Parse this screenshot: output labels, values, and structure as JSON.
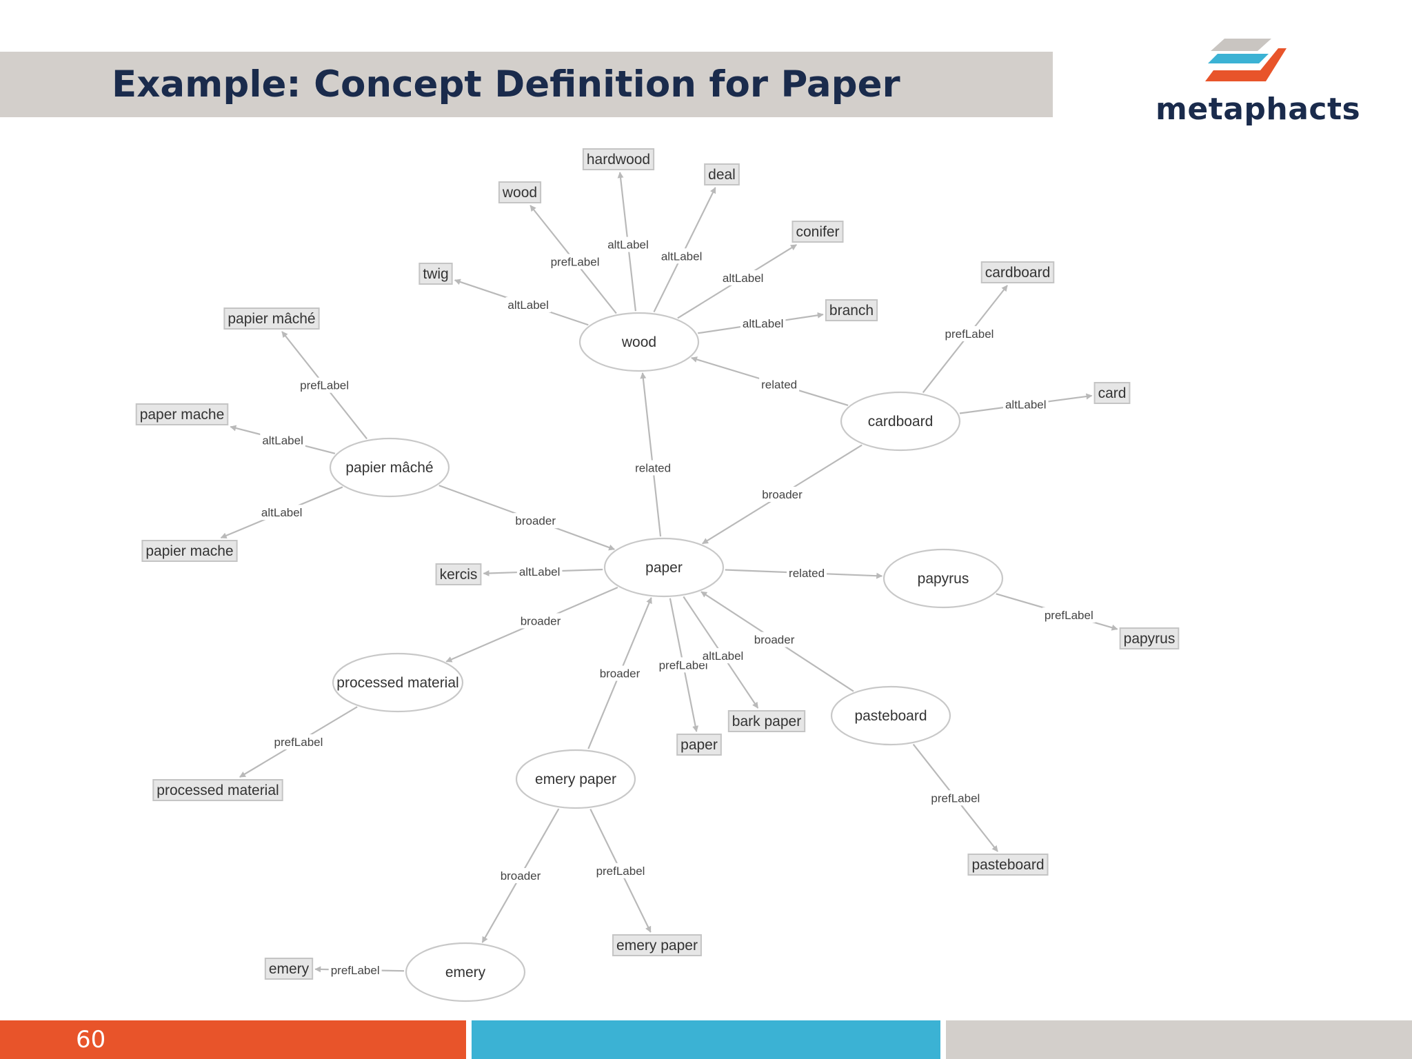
{
  "slide": {
    "title": "Example: Concept Definition for Paper",
    "brand": "metaphacts",
    "page_number": "60"
  },
  "colors": {
    "title_bar": "#d3cfcb",
    "title_text": "#1a2b4c",
    "footer_orange": "#e8542a",
    "footer_blue": "#3bb2d4",
    "footer_gray": "#d3cfcb",
    "logo_orange": "#e8542a",
    "logo_blue": "#3bb2d4",
    "logo_gray": "#c9c5c1"
  },
  "graph": {
    "concepts": [
      {
        "id": "wood",
        "label": "wood"
      },
      {
        "id": "paper",
        "label": "paper"
      },
      {
        "id": "cardboard",
        "label": "cardboard"
      },
      {
        "id": "papier-mache",
        "label": "papier mâché"
      },
      {
        "id": "papyrus",
        "label": "papyrus"
      },
      {
        "id": "processed-material",
        "label": "processed material"
      },
      {
        "id": "pasteboard",
        "label": "pasteboard"
      },
      {
        "id": "emery-paper",
        "label": "emery paper"
      },
      {
        "id": "emery",
        "label": "emery"
      }
    ],
    "literals": [
      {
        "id": "lit-hardwood",
        "label": "hardwood"
      },
      {
        "id": "lit-wood",
        "label": "wood"
      },
      {
        "id": "lit-deal",
        "label": "deal"
      },
      {
        "id": "lit-conifer",
        "label": "conifer"
      },
      {
        "id": "lit-twig",
        "label": "twig"
      },
      {
        "id": "lit-branch",
        "label": "branch"
      },
      {
        "id": "lit-cardboard",
        "label": "cardboard"
      },
      {
        "id": "lit-card",
        "label": "card"
      },
      {
        "id": "lit-papier-mache-accent",
        "label": "papier mâché"
      },
      {
        "id": "lit-paper-mache",
        "label": "paper mache"
      },
      {
        "id": "lit-papier-mache",
        "label": "papier mache"
      },
      {
        "id": "lit-kercis",
        "label": "kercis"
      },
      {
        "id": "lit-papyrus",
        "label": "papyrus"
      },
      {
        "id": "lit-processed-material",
        "label": "processed material"
      },
      {
        "id": "lit-paper",
        "label": "paper"
      },
      {
        "id": "lit-bark-paper",
        "label": "bark paper"
      },
      {
        "id": "lit-pasteboard",
        "label": "pasteboard"
      },
      {
        "id": "lit-emery-paper",
        "label": "emery paper"
      },
      {
        "id": "lit-emery",
        "label": "emery"
      }
    ],
    "edges": [
      {
        "id": "e1",
        "from": "wood",
        "to": "lit-wood",
        "label": "prefLabel"
      },
      {
        "id": "e2",
        "from": "wood",
        "to": "lit-hardwood",
        "label": "altLabel"
      },
      {
        "id": "e3",
        "from": "wood",
        "to": "lit-deal",
        "label": "altLabel"
      },
      {
        "id": "e4",
        "from": "wood",
        "to": "lit-conifer",
        "label": "altLabel"
      },
      {
        "id": "e5",
        "from": "wood",
        "to": "lit-twig",
        "label": "altLabel"
      },
      {
        "id": "e6",
        "from": "wood",
        "to": "lit-branch",
        "label": "altLabel"
      },
      {
        "id": "e7",
        "from": "cardboard",
        "to": "wood",
        "label": "related"
      },
      {
        "id": "e8",
        "from": "cardboard",
        "to": "lit-cardboard",
        "label": "prefLabel"
      },
      {
        "id": "e9",
        "from": "cardboard",
        "to": "lit-card",
        "label": "altLabel"
      },
      {
        "id": "e10",
        "from": "cardboard",
        "to": "paper",
        "label": "broader"
      },
      {
        "id": "e11",
        "from": "paper",
        "to": "wood",
        "label": "related"
      },
      {
        "id": "e12",
        "from": "papier-mache",
        "to": "lit-papier-mache-accent",
        "label": "prefLabel"
      },
      {
        "id": "e13",
        "from": "papier-mache",
        "to": "lit-paper-mache",
        "label": "altLabel"
      },
      {
        "id": "e14",
        "from": "papier-mache",
        "to": "lit-papier-mache",
        "label": "altLabel"
      },
      {
        "id": "e15",
        "from": "papier-mache",
        "to": "paper",
        "label": "broader"
      },
      {
        "id": "e16",
        "from": "paper",
        "to": "lit-kercis",
        "label": "altLabel"
      },
      {
        "id": "e17",
        "from": "paper",
        "to": "papyrus",
        "label": "related"
      },
      {
        "id": "e18",
        "from": "papyrus",
        "to": "lit-papyrus",
        "label": "prefLabel"
      },
      {
        "id": "e19",
        "from": "paper",
        "to": "processed-material",
        "label": "broader"
      },
      {
        "id": "e20",
        "from": "processed-material",
        "to": "lit-processed-material",
        "label": "prefLabel"
      },
      {
        "id": "e21",
        "from": "paper",
        "to": "lit-paper",
        "label": "prefLabel"
      },
      {
        "id": "e22",
        "from": "paper",
        "to": "lit-bark-paper",
        "label": "altLabel"
      },
      {
        "id": "e23",
        "from": "pasteboard",
        "to": "paper",
        "label": "broader"
      },
      {
        "id": "e24",
        "from": "pasteboard",
        "to": "lit-pasteboard",
        "label": "prefLabel"
      },
      {
        "id": "e25",
        "from": "emery-paper",
        "to": "paper",
        "label": "broader"
      },
      {
        "id": "e26",
        "from": "emery-paper",
        "to": "emery",
        "label": "broader"
      },
      {
        "id": "e27",
        "from": "emery-paper",
        "to": "lit-emery-paper",
        "label": "prefLabel"
      },
      {
        "id": "e28",
        "from": "emery",
        "to": "lit-emery",
        "label": "prefLabel"
      }
    ]
  }
}
